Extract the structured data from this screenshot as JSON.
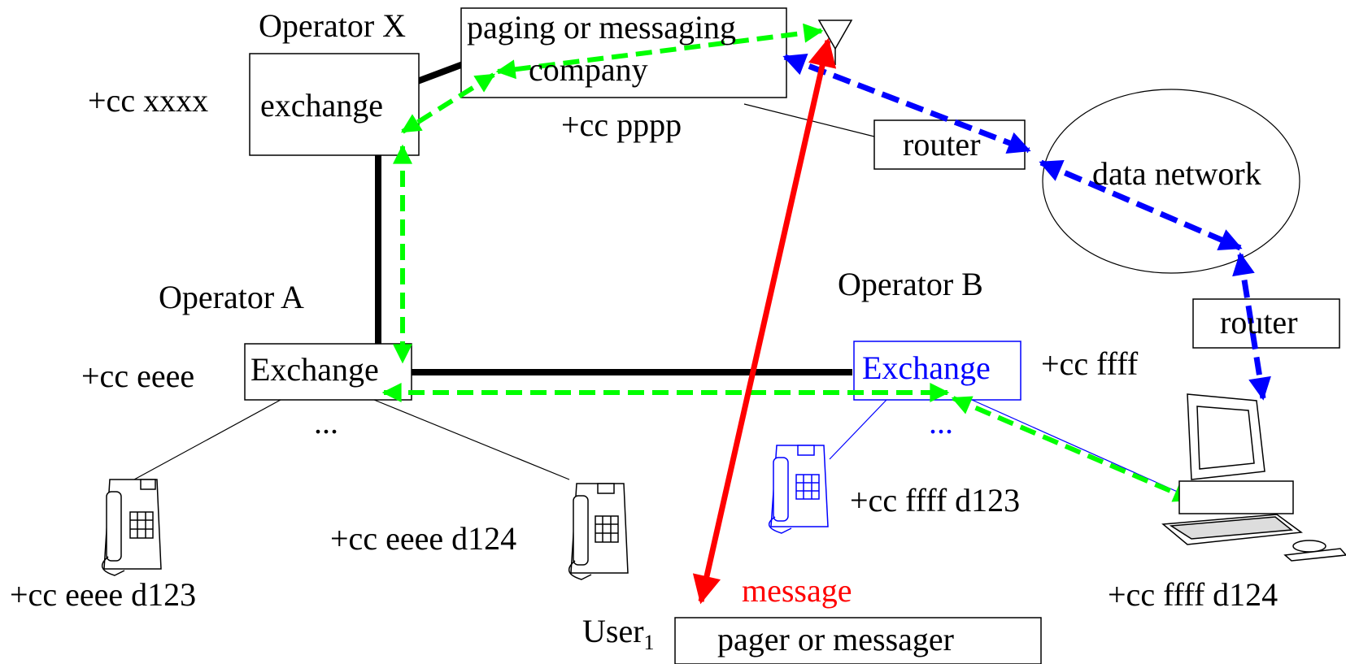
{
  "operator_x": {
    "title": "Operator X",
    "exchange_label": "exchange",
    "number": "+cc xxxx"
  },
  "paging": {
    "line1": "paging or messaging",
    "line2": "company",
    "number": "+cc pppp"
  },
  "router_top": "router",
  "data_network": "data network",
  "router_bottom": "router",
  "operator_a": {
    "title": "Operator A",
    "exchange_label": "Exchange",
    "number": "+cc eeee",
    "ellipsis": "...",
    "phone_left_number": "+cc eeee d123",
    "phone_right_number": "+cc eeee d124"
  },
  "operator_b": {
    "title": "Operator B",
    "exchange_label": "Exchange",
    "number": "+cc ffff",
    "ellipsis": "...",
    "phone_number": "+cc ffff d123",
    "computer_number": "+cc ffff d124"
  },
  "user": {
    "label": "User",
    "subscript": "1",
    "device": "pager or messager",
    "message": "message"
  },
  "colors": {
    "green_path": "#00ff00",
    "blue_path": "#0000ff",
    "radio_path": "#ff0000",
    "trunk": "#000000"
  }
}
